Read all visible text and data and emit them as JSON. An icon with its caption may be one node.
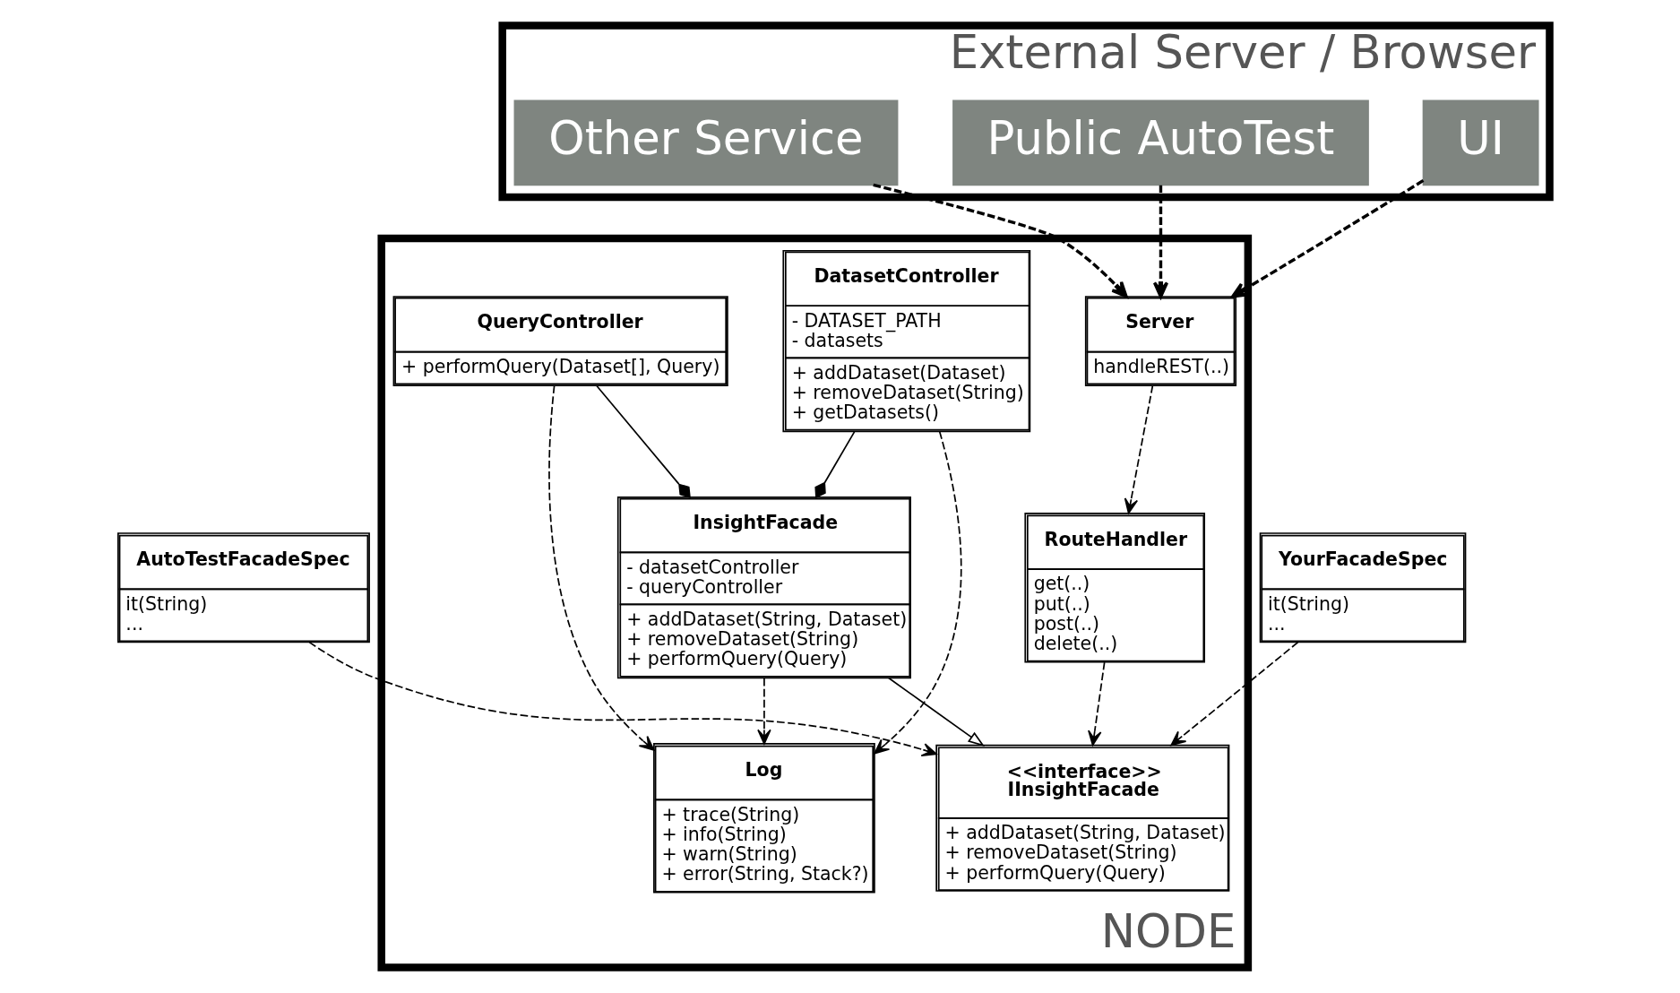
{
  "diagram": {
    "nodes": [
      {
        "text": [
          "NODE"
        ]
      },
      {
        "text": [
          "Server",
          "handleREST(..)"
        ],
        "in": 0
      },
      {
        "text": [
          "RouteHandler",
          "get(..)",
          "put(..)",
          "post(..)",
          "delete(..)"
        ],
        "in": 0
      },
      {
        "text": [
          "AutoTestFacadeSpec",
          "it(String)",
          "..."
        ]
      },
      {
        "text": [
          "<<interface>>",
          "IInsightFacade",
          "+ addDataset(String, Dataset)",
          "+ removeDataset(String)",
          "+ performQuery(Query)"
        ],
        "in": 0
      },
      {
        "text": [
          "YourFacadeSpec",
          "it(String)",
          "..."
        ]
      },
      {
        "text": [
          "DatasetController",
          "- DATASET_PATH",
          "- datasets",
          "+ addDataset(Dataset)",
          "+ removeDataset(String)",
          "+ getDatasets()"
        ],
        "in": 0
      },
      {
        "text": [
          "InsightFacade",
          "- datasetController",
          "- queryController",
          "+ addDataset(String, Dataset)",
          "+ removeDataset(String)",
          "+ performQuery(Query)"
        ],
        "in": 0
      },
      {
        "text": [
          "QueryController",
          "+ performQuery(Dataset[], Query)"
        ],
        "in": 0
      },
      {
        "text": [
          "Log",
          "+ trace(String)",
          "+ info(String)",
          "+ warn(String)",
          "+ error(String, Stack?)"
        ],
        "in": 0
      },
      {
        "text": [
          "External Server / Browser"
        ]
      },
      {
        "text": [
          "UI"
        ],
        "in": 10
      },
      {
        "text": [
          "Public AutoTest"
        ],
        "in": 10
      },
      {
        "text": [
          "Other Service"
        ],
        "in": 10
      }
    ],
    "edges": [
      {
        "from": 11,
        "to": 1,
        "arrow": "to",
        "style": "dashed"
      },
      {
        "from": 12,
        "to": 1,
        "arrow": "to",
        "style": "dashed"
      },
      {
        "from": 13,
        "to": 1,
        "arrow": "to",
        "style": "dashed"
      },
      {
        "from": 1,
        "to": 2,
        "arrow": "to",
        "style": "dashed"
      },
      {
        "from": 2,
        "to": 4,
        "arrow": "to",
        "style": "dashed"
      },
      {
        "from": 3,
        "to": 4,
        "arrow": "to",
        "style": "dashed"
      },
      {
        "from": 5,
        "to": 4,
        "arrow": "to",
        "style": "dashed"
      },
      {
        "from": 7,
        "to": 4,
        "arrow": "to"
      },
      {
        "from": 6,
        "to": 7,
        "arrow": "other"
      },
      {
        "from": 8,
        "to": 7,
        "arrow": "other"
      },
      {
        "from": 6,
        "to": 9,
        "arrow": "to",
        "style": "dashed"
      },
      {
        "from": 7,
        "to": 9,
        "arrow": "to",
        "style": "dashed"
      },
      {
        "from": 8,
        "to": 9,
        "arrow": "to",
        "style": "dashed"
      }
    ]
  }
}
